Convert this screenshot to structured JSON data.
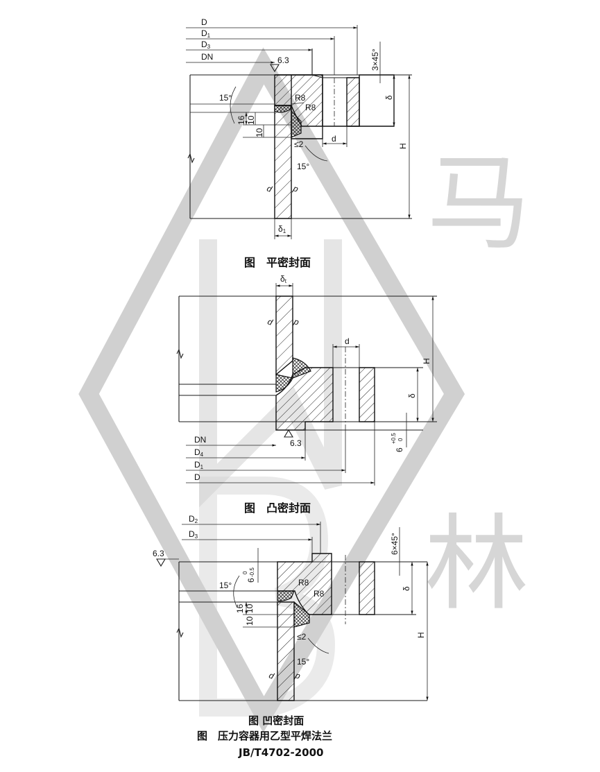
{
  "watermark": {
    "chars": [
      "马",
      "林"
    ],
    "color": "#d0d0d0"
  },
  "figure1": {
    "caption": "图　平密封面",
    "labels": {
      "D": "D",
      "D1": "D",
      "D1_sub": "1",
      "D3": "D",
      "D3_sub": "3",
      "DN": "DN",
      "roughness": "6.3",
      "chamfer": "3×45°",
      "R8a": "R8",
      "R8b": "R8",
      "angle_top": "15°",
      "angle_bottom": "15°",
      "dim16": "16",
      "dim10a": "10",
      "dim10b": "10",
      "leq2": "≤2",
      "d": "d",
      "delta": "δ",
      "H": "H",
      "delta1": "δ",
      "delta1_sub": "1",
      "pipe_left": "d",
      "pipe_right": "p"
    }
  },
  "figure2": {
    "caption": "图　凸密封面",
    "labels": {
      "deltat": "δ",
      "deltat_sub": "t",
      "d": "d",
      "H": "H",
      "delta": "δ",
      "roughness": "6.3",
      "six_tol": "6",
      "six_tol_up": "+0.5",
      "six_tol_dn": "0",
      "DN": "DN",
      "D4": "D",
      "D4_sub": "4",
      "D1": "D",
      "D1_sub": "1",
      "D": "D",
      "pipe_left": "d",
      "pipe_right": "p"
    }
  },
  "figure3": {
    "caption": "图 凹密封面",
    "labels": {
      "D2": "D",
      "D2_sub": "2",
      "D3": "D",
      "D3_sub": "3",
      "roughness": "6.3",
      "chamfer": "6×45°",
      "six_tol": "6",
      "six_tol_up": "0",
      "six_tol_dn": "-0.5",
      "R8a": "R8",
      "R8b": "R8",
      "angle_top": "15°",
      "angle_bottom": "15°",
      "dim16": "16",
      "dim10a": "10",
      "dim10b": "10",
      "leq2": "≤2",
      "delta": "δ",
      "H": "H",
      "pipe_left": "d",
      "pipe_right": "p"
    }
  },
  "footer": {
    "title": "图　压力容器用乙型平焊法兰",
    "standard": "JB/T4702-2000"
  }
}
